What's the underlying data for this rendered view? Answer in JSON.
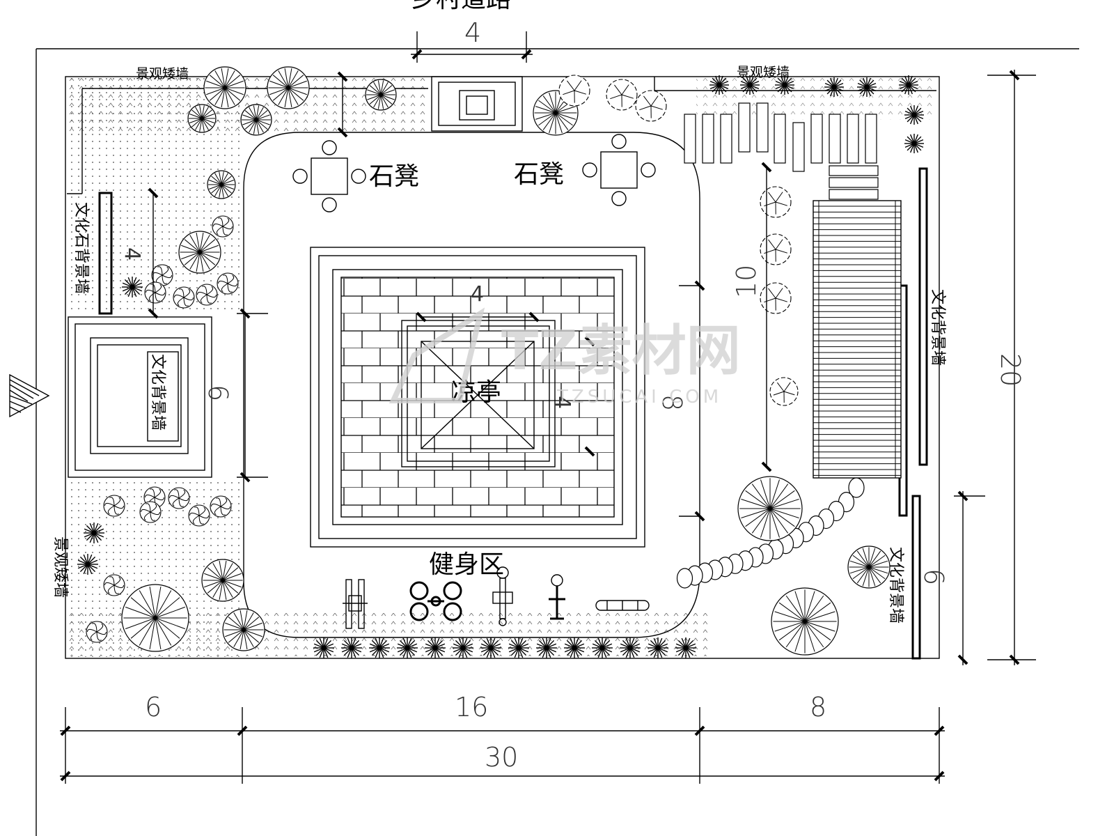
{
  "plan": {
    "road_label": "乡村道路",
    "low_wall_left": "景观矮墙",
    "low_wall_right": "景观矮墙",
    "low_wall_bottom_left": "景观矮墙",
    "stone_bench_left": "石凳",
    "stone_bench_right": "石凳",
    "pavilion": "凉亭",
    "fitness_area": "健身区",
    "culture_stone_wall": "文化石背景墙",
    "culture_wall_entrance": "文化背景墙",
    "culture_wall_right": "文化背景墙",
    "culture_wall_right_bottom": "文化背景墙"
  },
  "dimensions": {
    "road_width": "4",
    "wall_height_4": "4",
    "pavilion_width": "4",
    "pavilion_height": "4",
    "entrance_height": "6",
    "plaza_height": "8",
    "path_length": "10",
    "right_height": "6",
    "total_height": "20",
    "bottom_left": "6",
    "bottom_mid": "16",
    "bottom_right": "8",
    "bottom_total": "30"
  },
  "watermark": {
    "text": "TZ素材网",
    "url": "TZSUCAI.COM"
  }
}
